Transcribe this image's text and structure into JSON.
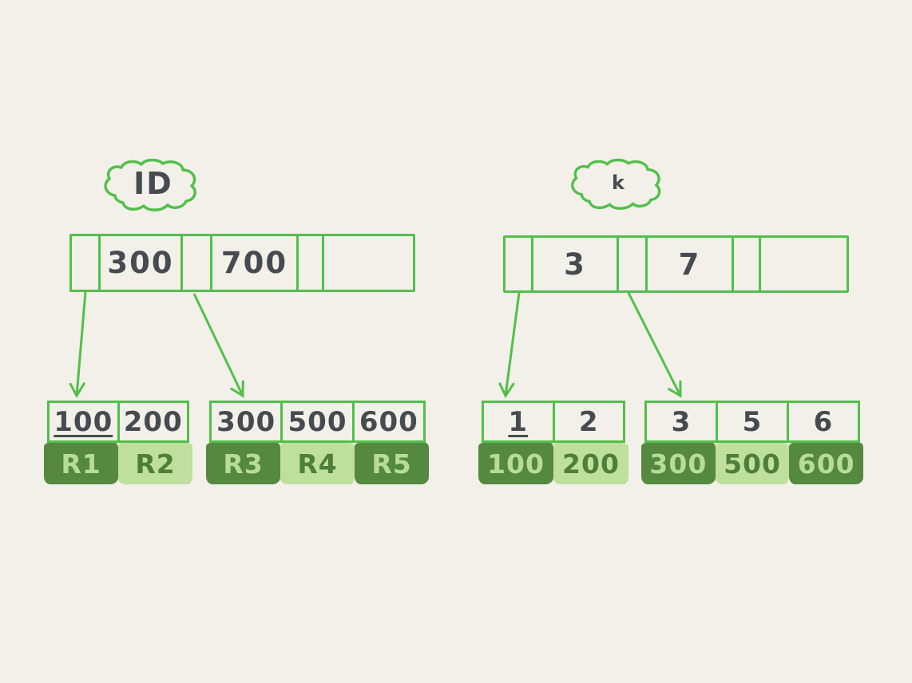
{
  "diagram": {
    "left_tree": {
      "cloud_label": "ID",
      "root_cells": [
        "",
        "300",
        "",
        "700",
        "",
        ""
      ],
      "leaf1_keys": [
        "100",
        "200"
      ],
      "leaf1_records": [
        "R1",
        "R2"
      ],
      "leaf2_keys": [
        "300",
        "500",
        "600"
      ],
      "leaf2_records": [
        "R3",
        "R4",
        "R5"
      ]
    },
    "right_tree": {
      "cloud_label": "k",
      "root_cells": [
        "",
        "3",
        "",
        "7",
        "",
        ""
      ],
      "leaf1_keys": [
        "1",
        "2"
      ],
      "leaf1_records": [
        "100",
        "200"
      ],
      "leaf2_keys": [
        "3",
        "5",
        "6"
      ],
      "leaf2_records": [
        "300",
        "500",
        "600"
      ]
    },
    "colors": {
      "background": "#f2f0e9",
      "stroke_green": "#52bf4a",
      "ink_dark": "#454b50",
      "record_dark_green": "#55893f",
      "record_light_green": "#bedf9d",
      "text_on_dark": "#b8dc96",
      "text_on_light": "#4e7f3a"
    }
  }
}
